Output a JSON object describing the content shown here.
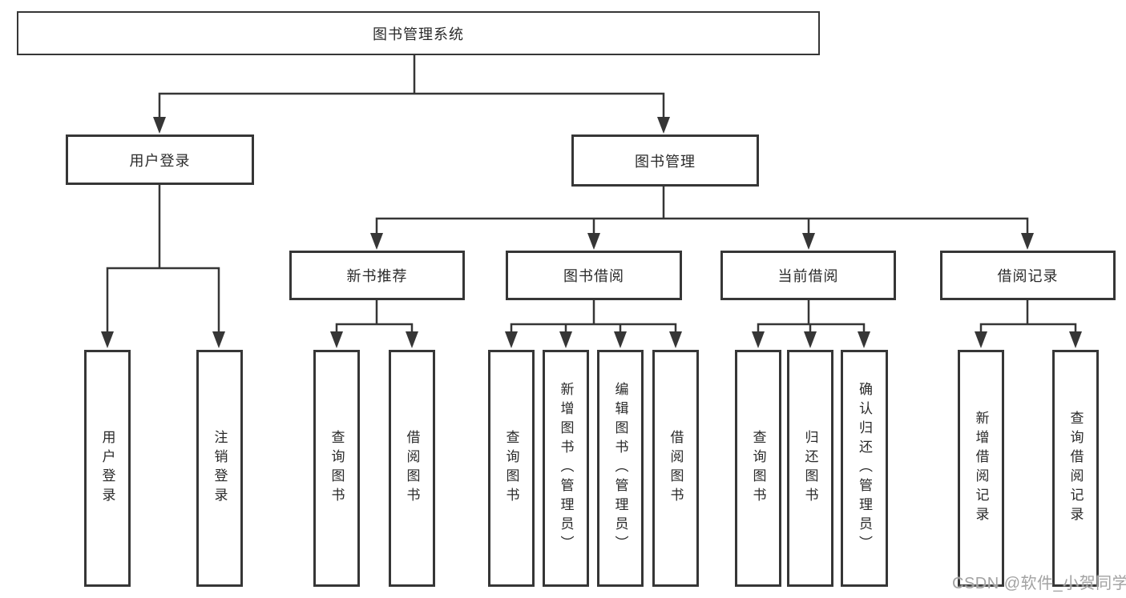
{
  "watermark": "CSDN @软件_小贺同学",
  "colors": {
    "line": "#363636",
    "box_border": "#363636",
    "text": "#2a2a2a",
    "background": "#ffffff",
    "watermark": "#a2a2a2"
  },
  "diagram": {
    "root": {
      "label": "图书管理系统"
    },
    "level1": [
      {
        "label": "用户登录"
      },
      {
        "label": "图书管理"
      }
    ],
    "level2": [
      {
        "label": "新书推荐"
      },
      {
        "label": "图书借阅"
      },
      {
        "label": "当前借阅"
      },
      {
        "label": "借阅记录"
      }
    ],
    "leaves": {
      "user_login": [
        {
          "label": "用户登录"
        },
        {
          "label": "注销登录"
        }
      ],
      "new_book": [
        {
          "label": "查询图书"
        },
        {
          "label": "借阅图书"
        }
      ],
      "book_borrow": [
        {
          "label": "查询图书"
        },
        {
          "label": "新增图书（管理员）"
        },
        {
          "label": "编辑图书（管理员）"
        },
        {
          "label": "借阅图书"
        }
      ],
      "current_borrow": [
        {
          "label": "查询图书"
        },
        {
          "label": "归还图书"
        },
        {
          "label": "确认归还（管理员）"
        }
      ],
      "borrow_record": [
        {
          "label": "新增借阅记录"
        },
        {
          "label": "查询借阅记录"
        }
      ]
    }
  }
}
